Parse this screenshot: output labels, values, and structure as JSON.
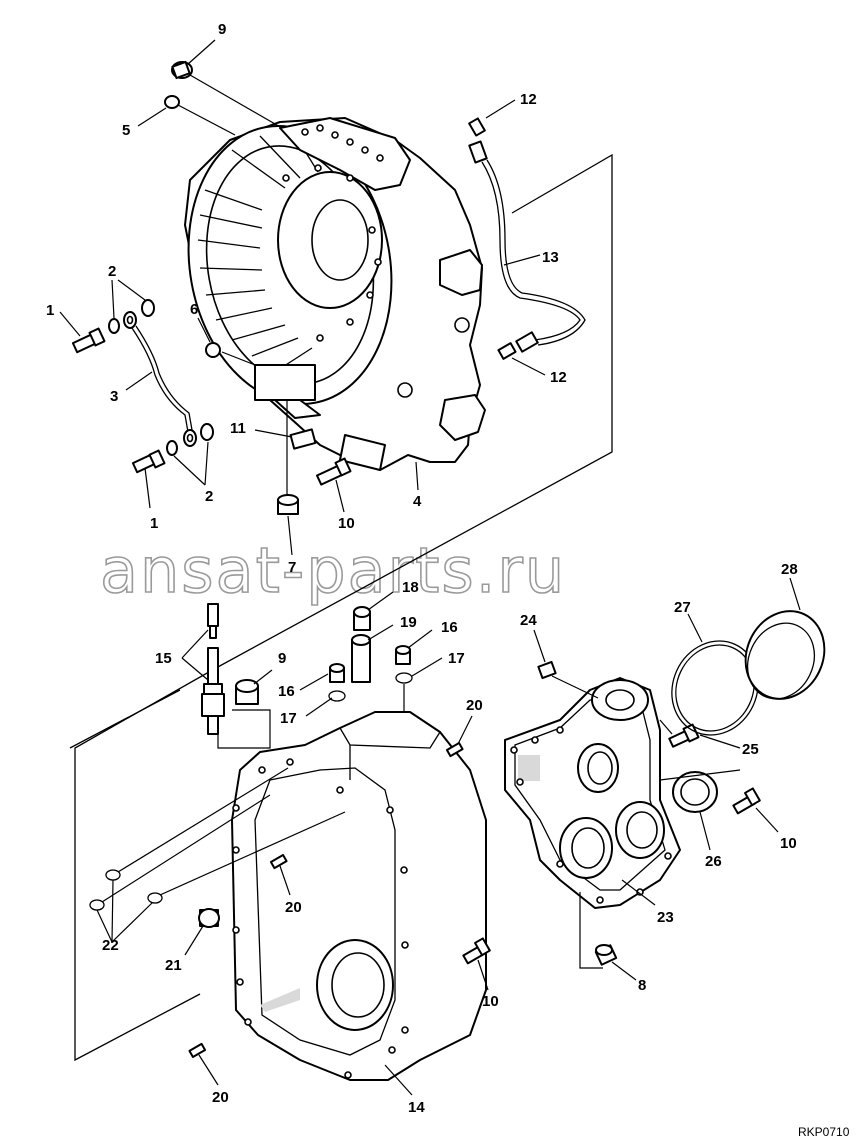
{
  "watermark": "ansat-parts.ru",
  "drawing_ref": "RKP0710",
  "callouts": {
    "c1a": "1",
    "c1b": "1",
    "c2a": "2",
    "c2b": "2",
    "c3": "3",
    "c4": "4",
    "c5": "5",
    "c6": "6",
    "c7": "7",
    "c8": "8",
    "c9a": "9",
    "c9b": "9",
    "c10a": "10",
    "c10b": "10",
    "c10c": "10",
    "c11": "11",
    "c12a": "12",
    "c12b": "12",
    "c13": "13",
    "c14": "14",
    "c15": "15",
    "c16a": "16",
    "c16b": "16",
    "c17a": "17",
    "c17b": "17",
    "c18": "18",
    "c19": "19",
    "c20a": "20",
    "c20b": "20",
    "c20c": "20",
    "c21": "21",
    "c22": "22",
    "c23": "23",
    "c24": "24",
    "c25": "25",
    "c26": "26",
    "c27": "27",
    "c28": "28"
  }
}
